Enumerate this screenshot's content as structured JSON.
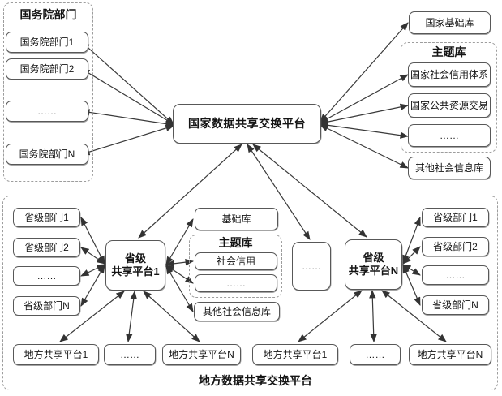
{
  "diagram": {
    "national_platform": "国家数据共享交换平台",
    "state_council": {
      "title": "国务院部门",
      "items": [
        "国务院部门1",
        "国务院部门2",
        "……",
        "国务院部门N"
      ]
    },
    "national_db": {
      "base": "国家基础库",
      "theme": {
        "title": "主题库",
        "items": [
          "国家社会信用体系",
          "国家公共资源交易",
          "……"
        ]
      },
      "other": "其他社会信息库"
    },
    "local": {
      "label": "地方数据共享交换平台",
      "provincial_platform_1": {
        "line1": "省级",
        "line2": "共享平台1"
      },
      "provincial_platform_n": {
        "line1": "省级",
        "line2": "共享平台N"
      },
      "left_departments": [
        "省级部门1",
        "省级部门2",
        "……",
        "省级部门N"
      ],
      "right_departments": [
        "省级部门1",
        "省级部门2",
        "……",
        "省级部门N"
      ],
      "db": {
        "base": "基础库",
        "theme": {
          "title": "主题库",
          "items": [
            "社会信用",
            "……"
          ]
        },
        "other": "其他社会信息库"
      },
      "middle_ellipsis": "……",
      "local_platforms_left": [
        "地方共享平台1",
        "……",
        "地方共享平台N"
      ],
      "local_platforms_right": [
        "地方共享平台1",
        "……",
        "地方共享平台N"
      ]
    }
  }
}
